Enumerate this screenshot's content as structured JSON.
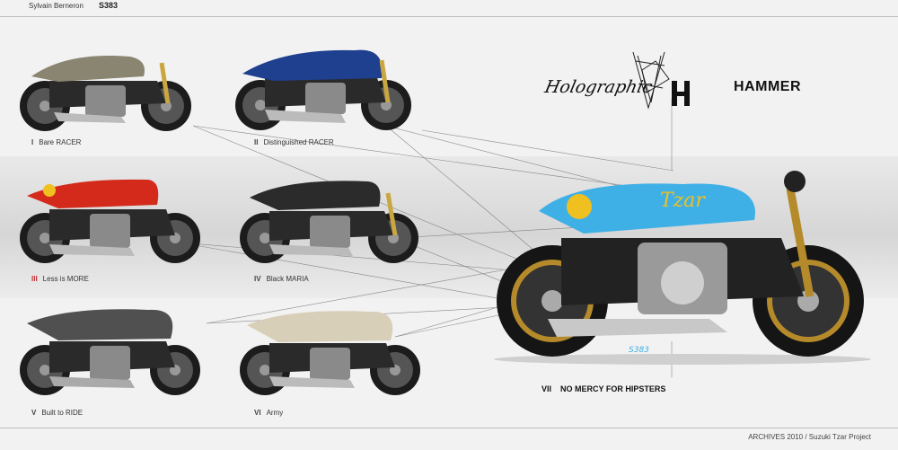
{
  "header": {
    "author": "Sylvain Berneron",
    "separator": " - ",
    "code": "S383"
  },
  "footer": {
    "archives": "ARCHIVES 2010 / Suzuki Tzar Project"
  },
  "title": {
    "holographic": "Holographic",
    "logo_letters": "VH",
    "hammer": "HAMMER"
  },
  "variants": [
    {
      "num": "I",
      "name": "Bare RACER",
      "tank_color": "#8a8570"
    },
    {
      "num": "II",
      "name": "Distinguished RACER",
      "tank_color": "#1f3f8f"
    },
    {
      "num": "III",
      "name": "Less is MORE",
      "tank_color": "#d42a1c"
    },
    {
      "num": "IV",
      "name": "Black MARIA",
      "tank_color": "#2b2b2b"
    },
    {
      "num": "V",
      "name": "Built to RIDE",
      "tank_color": "#505050"
    },
    {
      "num": "VI",
      "name": "Army",
      "tank_color": "#d8cfb8"
    }
  ],
  "hero": {
    "num": "VII",
    "name": "NO MERCY FOR HIPSTERS",
    "tank_color": "#3fb0e6",
    "tank_text": "Tzar",
    "signature": "S383"
  },
  "colors": {
    "accent_red": "#c03030",
    "text": "#333333"
  }
}
